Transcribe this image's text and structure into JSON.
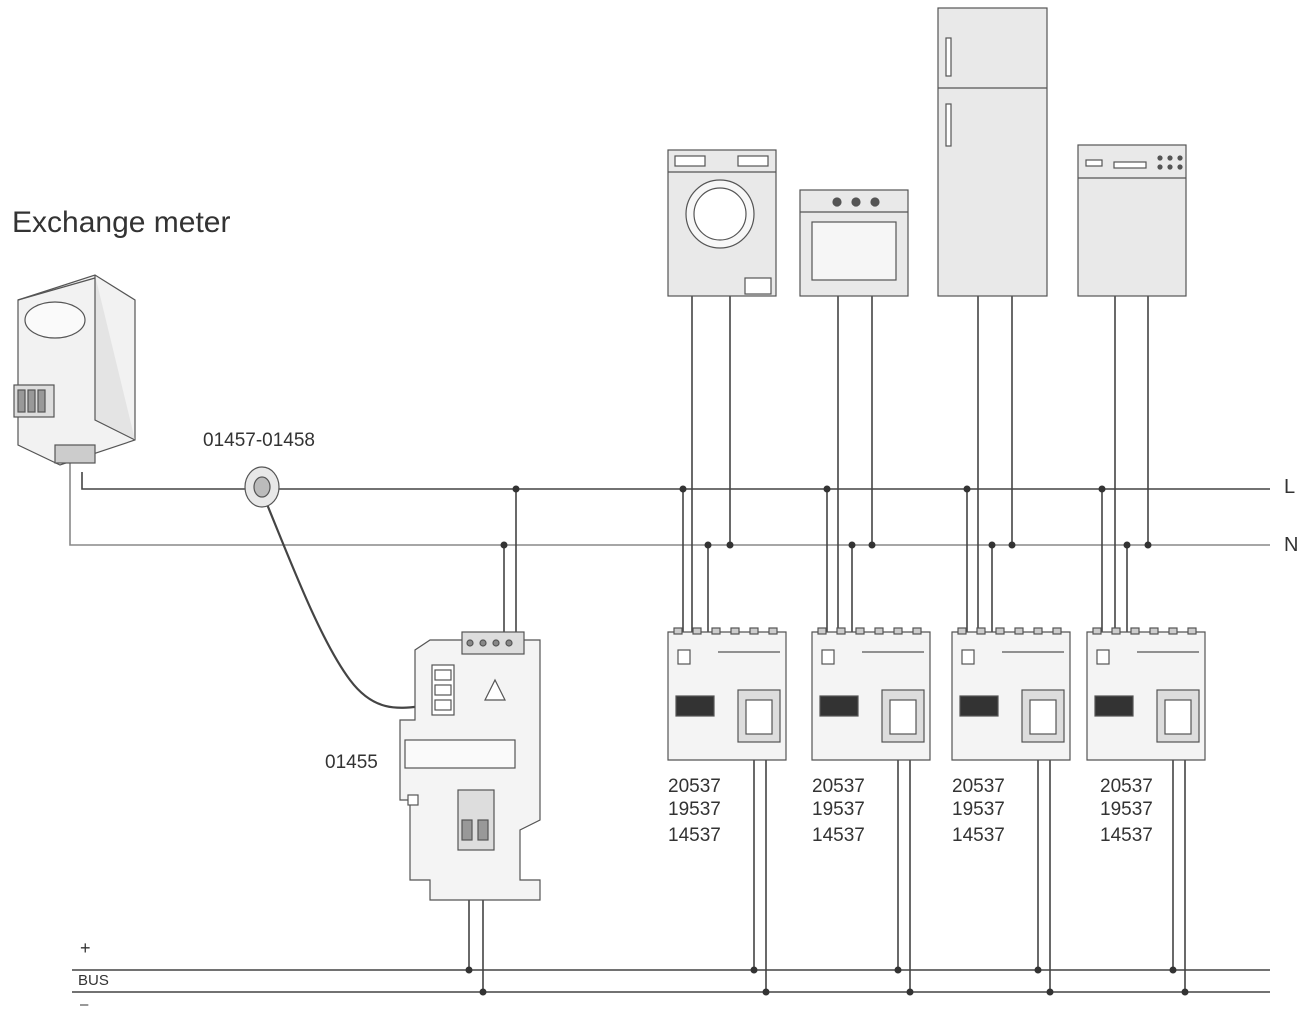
{
  "title": "Exchange meter",
  "labels": {
    "sensor": "01457-01458",
    "control_unit": "01455",
    "line_l": "L",
    "line_n": "N",
    "bus_plus": "+",
    "bus": "BUS",
    "bus_minus": "–"
  },
  "actuators": [
    {
      "codes": [
        "20537",
        "19537",
        "14537"
      ]
    },
    {
      "codes": [
        "20537",
        "19537",
        "14537"
      ]
    },
    {
      "codes": [
        "20537",
        "19537",
        "14537"
      ]
    },
    {
      "codes": [
        "20537",
        "19537",
        "14537"
      ]
    }
  ],
  "appliances": [
    "washing-machine",
    "oven",
    "refrigerator",
    "dishwasher"
  ]
}
